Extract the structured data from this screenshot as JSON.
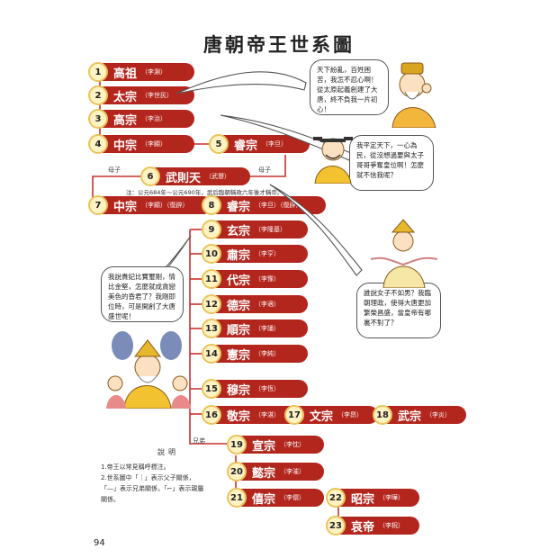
{
  "title": "唐朝帝王世系圖",
  "emperors": [
    {
      "num": "1",
      "name": "高祖",
      "sub": "（李淵）"
    },
    {
      "num": "2",
      "name": "太宗",
      "sub": "（李世民）"
    },
    {
      "num": "3",
      "name": "高宗",
      "sub": "（李治）"
    },
    {
      "num": "4",
      "name": "中宗",
      "sub": "（李顯）"
    },
    {
      "num": "5",
      "name": "睿宗",
      "sub": "（李旦）"
    },
    {
      "num": "6",
      "name": "武則天",
      "sub": "（武曌）"
    },
    {
      "num": "7",
      "name": "中宗",
      "sub": "（李顯）（復辟）"
    },
    {
      "num": "8",
      "name": "睿宗",
      "sub": "（李旦）（復辟）"
    },
    {
      "num": "9",
      "name": "玄宗",
      "sub": "（李隆基）"
    },
    {
      "num": "10",
      "name": "肅宗",
      "sub": "（李亨）"
    },
    {
      "num": "11",
      "name": "代宗",
      "sub": "（李豫）"
    },
    {
      "num": "12",
      "name": "德宗",
      "sub": "（李適）"
    },
    {
      "num": "13",
      "name": "順宗",
      "sub": "（李誦）"
    },
    {
      "num": "14",
      "name": "憲宗",
      "sub": "（李純）"
    },
    {
      "num": "15",
      "name": "穆宗",
      "sub": "（李恆）"
    },
    {
      "num": "16",
      "name": "敬宗",
      "sub": "（李湛）"
    },
    {
      "num": "17",
      "name": "文宗",
      "sub": "（李昂）"
    },
    {
      "num": "18",
      "name": "武宗",
      "sub": "（李炎）"
    },
    {
      "num": "19",
      "name": "宣宗",
      "sub": "（李忱）"
    },
    {
      "num": "20",
      "name": "懿宗",
      "sub": "（李漼）"
    },
    {
      "num": "21",
      "name": "僖宗",
      "sub": "（李儇）"
    },
    {
      "num": "22",
      "name": "昭宗",
      "sub": "（李曄）"
    },
    {
      "num": "23",
      "name": "哀帝",
      "sub": "（李柷）"
    }
  ],
  "relations": {
    "mother_son": "母子",
    "brothers": "兄弟"
  },
  "wu_note": "注：公元684年～公元690年，武后臨朝稱政六年後才稱帝。",
  "bubbles": {
    "gaozu": "天下紛亂，百姓困苦，我怎不忍心啊！從太原起義創建了大唐，終不負我一片初心！",
    "taizong": "我平定天下，一心為民，從沒想過要與太子哥哥爭奪皇位啊！怎麼就不信我呢？",
    "wuzetian": "誰說女子不如男？我臨朝理政，使得大唐更加繁榮昌盛，當皇帝有哪裏不對了？",
    "xuanzong": "我說貴妃比寶璽剛，情比金堅，怎麼就成貪戀美色的昏君了？我剛即位時，可是開創了大唐盛世呢！"
  },
  "legend": {
    "title": "說明",
    "lines": [
      "1.帝王以常見稱呼標注。",
      "2.世系圖中「｜」表示父子關係，",
      "「―」表示兄弟關係，「⌐」表示親屬",
      "關係。"
    ]
  },
  "page_number": "94",
  "colors": {
    "bar": "#b3261e",
    "circle_fill": "#fff3c4",
    "circle_border": "#e9c45a",
    "line": "#c9302c"
  }
}
